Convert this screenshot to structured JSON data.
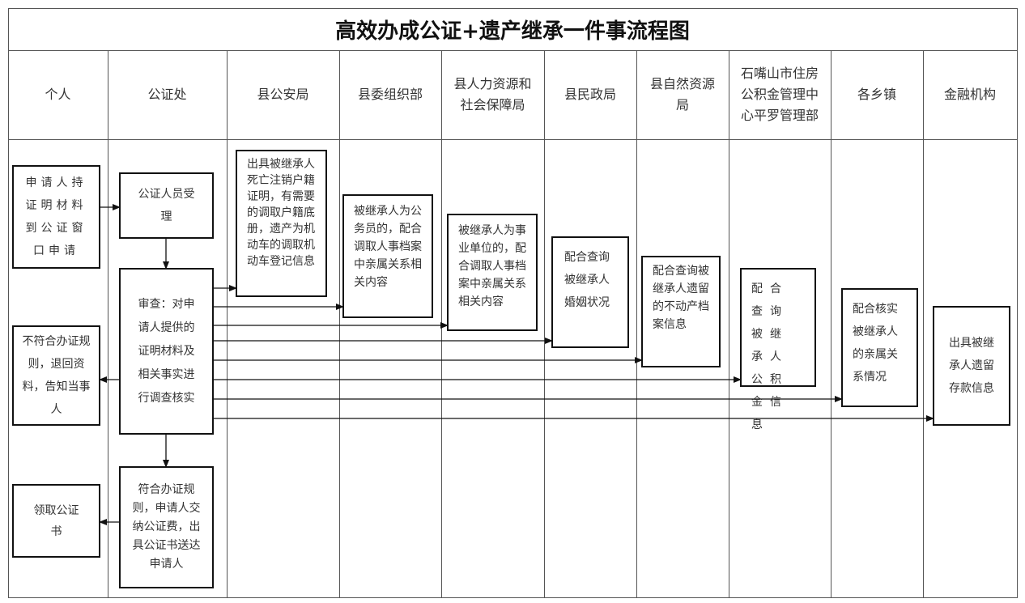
{
  "title": "高效办成公证+遗产继承一件事流程图",
  "columns": [
    "个人",
    "公证处",
    "县公安局",
    "县委组织部",
    "县人力资源和社会保障局",
    "县民政局",
    "县自然资源局",
    "石嘴山市住房公积金管理中心平罗管理部",
    "各乡镇",
    "金融机构"
  ],
  "boxes": {
    "apply": "申请人持证明材料到公证窗口申请",
    "accept": "公证人员受理",
    "review": "审查：对申请人提供的证明材料及相关事实进行调查核实",
    "reject": "不符合办证规则，退回资料，告知当事人",
    "approve": "符合办证规则，申请人交纳公证费，出具公证书送达申请人",
    "collect": "领取公证书",
    "police": "出具被继承人死亡注销户籍证明，有需要的调取户籍底册，遗产为机动车的调取机动车登记信息",
    "org": "被继承人为公务员的，配合调取人事档案中亲属关系相关内容",
    "hr": "被继承人为事业单位的，配合调取人事档案中亲属关系相关内容",
    "civil": "配合查询被继承人婚姻状况",
    "land": "配合查询被继承人遗留的不动产档案信息",
    "fund": "配合查询被继承人公积金信息",
    "town": "配合核实被继承人的亲属关系情况",
    "bank": "出具被继承人遗留存款信息"
  }
}
